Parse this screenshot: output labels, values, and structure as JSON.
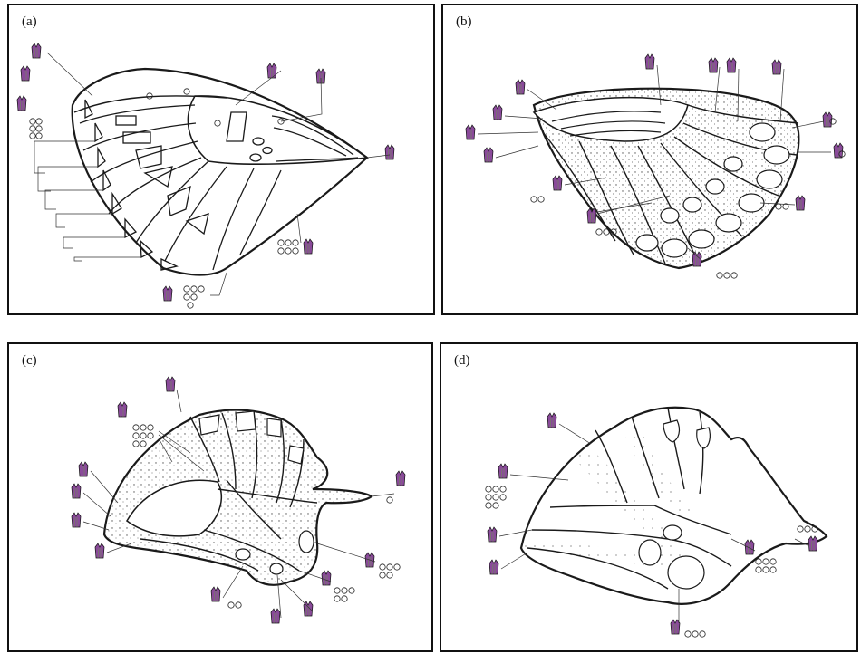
{
  "panels": [
    {
      "id": "a",
      "label": "(a)"
    },
    {
      "id": "b",
      "label": "(b)"
    },
    {
      "id": "c",
      "label": "(c)"
    },
    {
      "id": "d",
      "label": "(d)"
    }
  ],
  "colors": {
    "outline": "#1a1a1a",
    "callout": "#333333",
    "scale_purple": "#8a4a9a",
    "scale_green": "#6f8a58",
    "stipple": "#555555"
  },
  "icons": [
    "scale-icon",
    "circled-number-icon",
    "stipple-texture"
  ]
}
